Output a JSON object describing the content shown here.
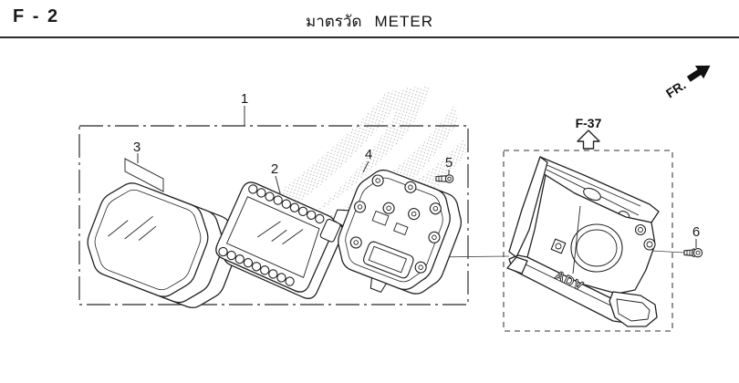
{
  "header": {
    "page_code": "F - 2",
    "title_thai": "มาตรวัด",
    "title_en": "METER"
  },
  "diagram": {
    "fr_label": "FR.",
    "ref_label": "F-37",
    "bracket_embossed_text": "ADV",
    "callouts": {
      "n1": "1",
      "n2": "2",
      "n3": "3",
      "n4": "4",
      "n5": "5",
      "n6": "6"
    },
    "colors": {
      "line_art": "#222222",
      "leader": "#333333",
      "group_box": "#4a4a4a",
      "reference_box": "#5a5a5a",
      "watermark_dots": "#c4c4c4",
      "header_rule": "#2b2b2b",
      "text": "#1a1a1a",
      "background": "#ffffff"
    }
  }
}
